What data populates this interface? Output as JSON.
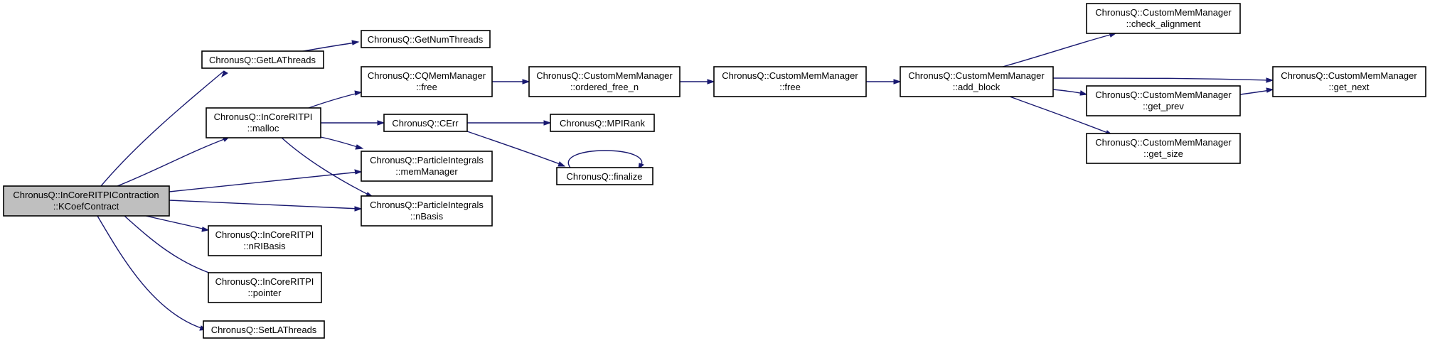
{
  "colors": {
    "edge": "#191970",
    "root_fill": "#bfbfbf",
    "node_fill": "#ffffff",
    "border": "#000000"
  },
  "nodes": {
    "root": [
      "ChronusQ::InCoreRITPIContraction",
      "::KCoefContract"
    ],
    "getlathreads": [
      "ChronusQ::GetLAThreads"
    ],
    "getnumthreads": [
      "ChronusQ::GetNumThreads"
    ],
    "incore_malloc": [
      "ChronusQ::InCoreRITPI",
      "::malloc"
    ],
    "cqmem_free": [
      "ChronusQ::CQMemManager",
      "::free"
    ],
    "ordered_free_n": [
      "ChronusQ::CustomMemManager",
      "::ordered_free_n"
    ],
    "custom_free": [
      "ChronusQ::CustomMemManager",
      "::free"
    ],
    "add_block": [
      "ChronusQ::CustomMemManager",
      "::add_block"
    ],
    "check_alignment": [
      "ChronusQ::CustomMemManager",
      "::check_alignment"
    ],
    "get_next": [
      "ChronusQ::CustomMemManager",
      "::get_next"
    ],
    "get_prev": [
      "ChronusQ::CustomMemManager",
      "::get_prev"
    ],
    "get_size": [
      "ChronusQ::CustomMemManager",
      "::get_size"
    ],
    "cerr": [
      "ChronusQ::CErr"
    ],
    "mpirank": [
      "ChronusQ::MPIRank"
    ],
    "finalize": [
      "ChronusQ::finalize"
    ],
    "memmanager": [
      "ChronusQ::ParticleIntegrals",
      "::memManager"
    ],
    "nbasis": [
      "ChronusQ::ParticleIntegrals",
      "::nBasis"
    ],
    "nribasis": [
      "ChronusQ::InCoreRITPI",
      "::nRIBasis"
    ],
    "pointer": [
      "ChronusQ::InCoreRITPI",
      "::pointer"
    ],
    "setlathreads": [
      "ChronusQ::SetLAThreads"
    ]
  }
}
